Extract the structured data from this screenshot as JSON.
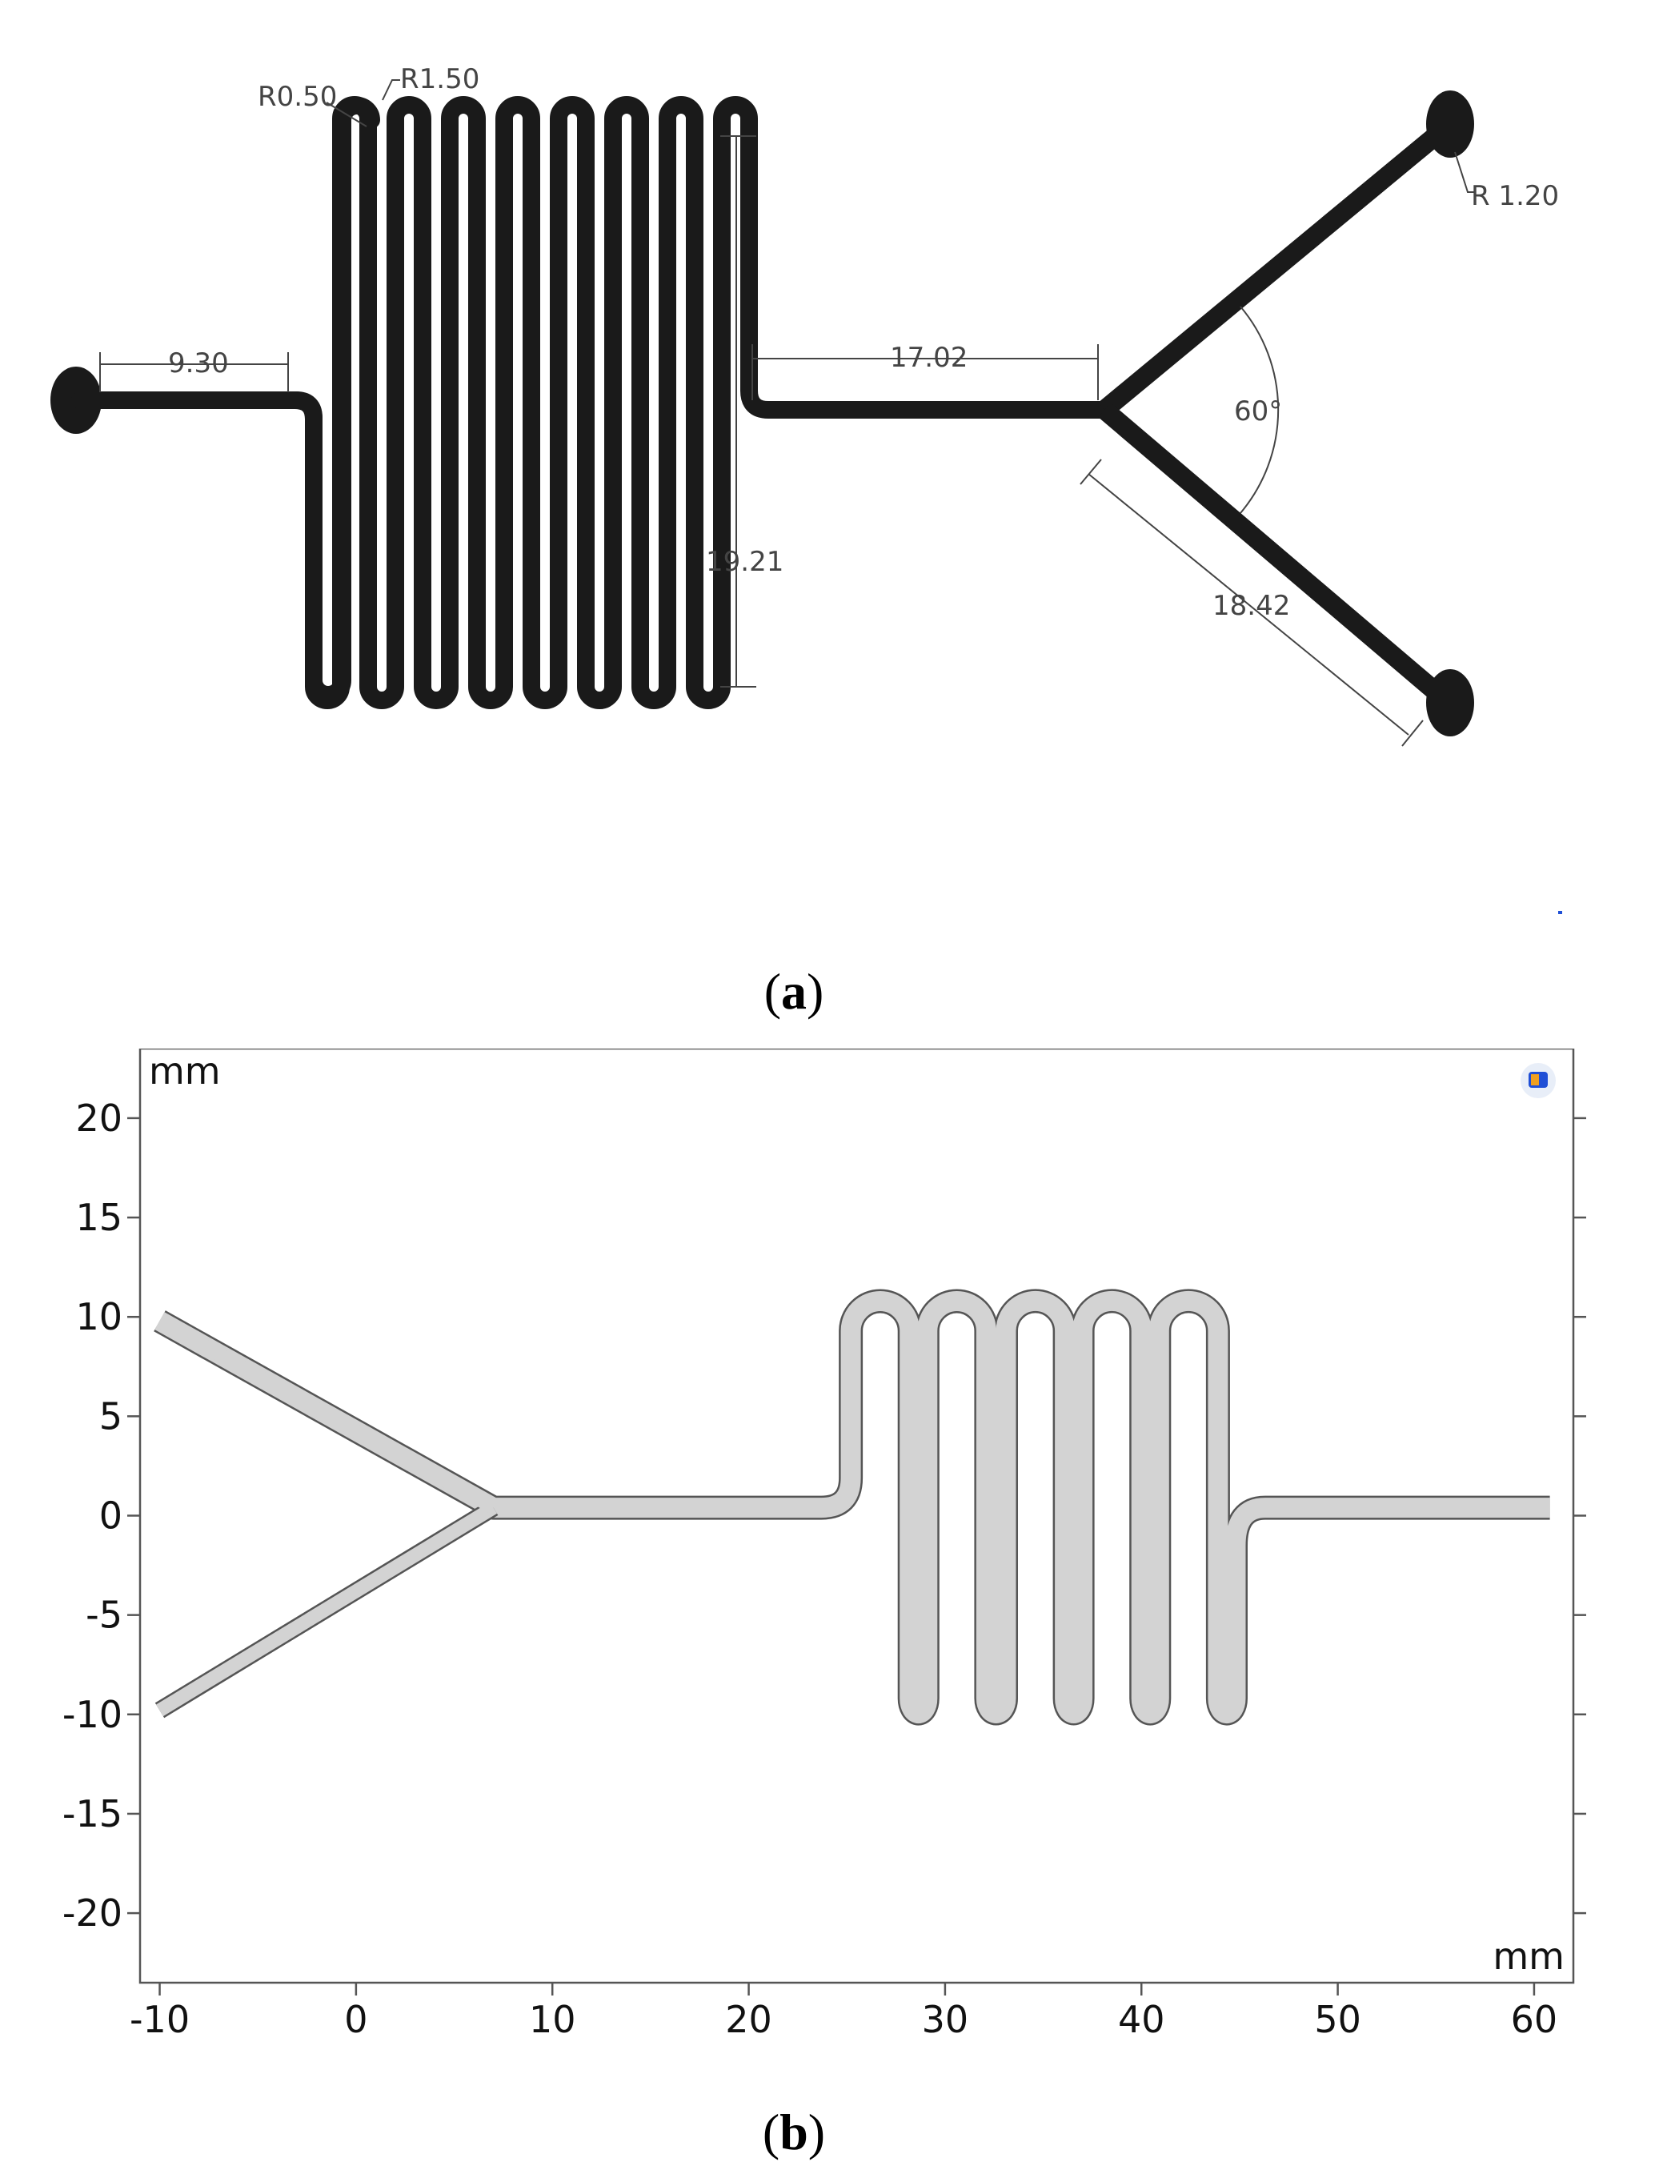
{
  "panel_a": {
    "caption_open": "(",
    "caption_letter": "a",
    "caption_close": ")",
    "dimensions": {
      "inlet_length": "9.30",
      "bend_inner_radius": "R0.50",
      "bend_outer_radius": "R1.50",
      "serpentine_height": "19.21",
      "straight_length": "17.02",
      "branch_angle": "60°",
      "branch_length": "18.42",
      "outlet_radius": "R  1.20"
    }
  },
  "panel_b": {
    "caption_open": "(",
    "caption_letter": "b",
    "caption_close": ")",
    "unit_label_top": "mm",
    "unit_label_bottom": "mm",
    "x_ticks": [
      "-10",
      "0",
      "10",
      "20",
      "30",
      "40",
      "50",
      "60"
    ],
    "y_ticks": [
      "20",
      "15",
      "10",
      "5",
      "0",
      "-5",
      "-10",
      "-15",
      "-20"
    ],
    "x_range": [
      -11,
      62
    ],
    "y_range": [
      -23.5,
      23.5
    ],
    "colors": {
      "channel_fill": "#d3d3d3",
      "channel_stroke": "#555555",
      "logo_blue": "#1f4fd6",
      "logo_orange": "#f0a020"
    },
    "icon": "comsol-logo-icon"
  }
}
